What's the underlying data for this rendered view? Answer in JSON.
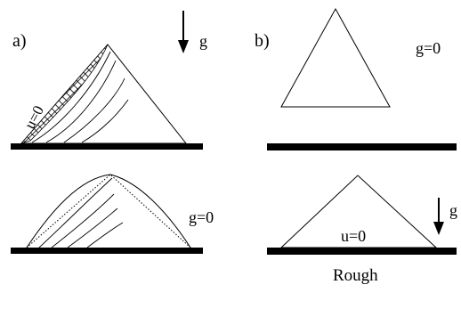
{
  "panels": {
    "a": {
      "label": "a)",
      "top": {
        "gravity_label": "g",
        "boundary_label": "u=0"
      },
      "bottom": {
        "gravity_label": "g=0"
      }
    },
    "b": {
      "label": "b)",
      "top": {
        "gravity_label": "g=0"
      },
      "bottom": {
        "gravity_label": "g",
        "boundary_label": "u=0",
        "surface_label": "Rough"
      }
    }
  },
  "colors": {
    "ink": "#000000",
    "background": "#ffffff"
  }
}
